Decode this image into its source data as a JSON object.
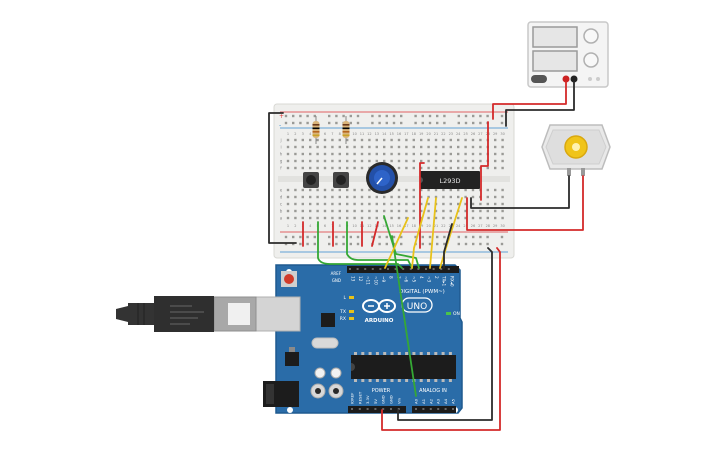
{
  "arduino": {
    "logo": "ARDUINO",
    "model": "UNO",
    "digital_header": "DIGITAL (PWM~)",
    "power_label": "POWER",
    "analog_label": "ANALOG IN",
    "on_label": "ON",
    "l_label": "L",
    "tx_label": "TX",
    "rx_label": "RX",
    "aref_label": "AREF",
    "gnd_label": "GND",
    "digital_pins": [
      "13",
      "12",
      "~11",
      "~10",
      "~9",
      "8",
      "7",
      "~6",
      "~5",
      "4",
      "~3",
      "2",
      "TX▸1",
      "RX◂0"
    ],
    "power_pins": [
      "IOREF",
      "RESET",
      "3.3V",
      "5V",
      "GND",
      "GND",
      "Vin"
    ],
    "analog_pins": [
      "A0",
      "A1",
      "A2",
      "A3",
      "A4",
      "A5"
    ]
  },
  "ic": {
    "label": "L293D"
  },
  "breadboard": {
    "row_letters_top": [
      "j",
      "i",
      "h",
      "g",
      "f"
    ],
    "row_letters_bottom": [
      "e",
      "d",
      "c",
      "b",
      "a"
    ],
    "column_numbers": [
      "1",
      "2",
      "3",
      "4",
      "5",
      "6",
      "7",
      "8",
      "9",
      "10",
      "11",
      "12",
      "13",
      "14",
      "15",
      "16",
      "17",
      "18",
      "19",
      "20",
      "21",
      "22",
      "23",
      "24",
      "25",
      "26",
      "27",
      "28",
      "29",
      "30"
    ],
    "rail_plus": "+",
    "rail_minus": "-"
  },
  "colors": {
    "board": "#2a6ca8",
    "board_edge": "#1f5a8f",
    "breadboard": "#eeeeec",
    "red_wire": "#d42a2a",
    "black_wire": "#2b2b2b",
    "green_wire": "#35a835",
    "yellow_wire": "#e8c21a",
    "potentiometer": "#2350a8",
    "chip": "#222222"
  },
  "icons": {
    "usb_cable": "usb-b-cable-icon",
    "power_supply": "dc-power-supply-icon",
    "motor": "dc-motor-icon",
    "potentiometer": "potentiometer-icon",
    "pushbutton": "pushbutton-icon",
    "resistor": "resistor-icon"
  }
}
